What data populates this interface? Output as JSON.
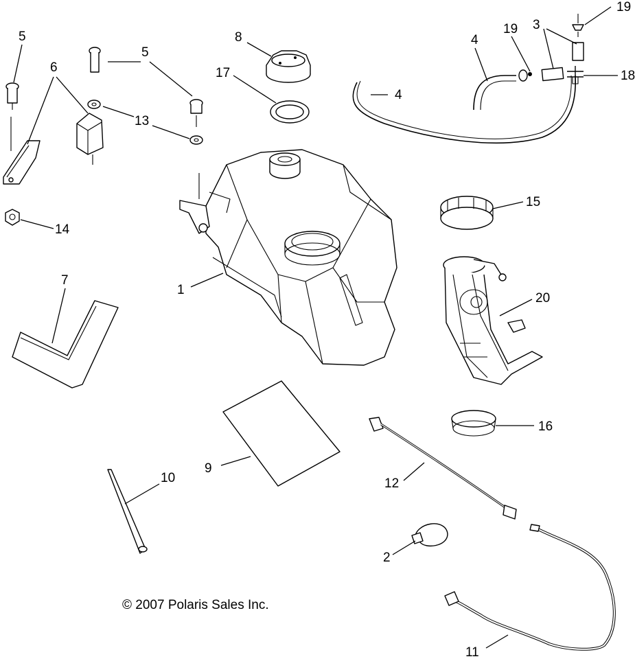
{
  "diagram": {
    "callouts": {
      "c1": "1",
      "c2": "2",
      "c3": "3",
      "c4a": "4",
      "c4b": "4",
      "c5a": "5",
      "c5b": "5",
      "c6": "6",
      "c7": "7",
      "c8": "8",
      "c9": "9",
      "c10": "10",
      "c11": "11",
      "c12": "12",
      "c13": "13",
      "c14": "14",
      "c15": "15",
      "c16": "16",
      "c17": "17",
      "c18": "18",
      "c19a": "19",
      "c19b": "19",
      "c20": "20"
    },
    "copyright": "© 2007 Polaris Sales Inc."
  }
}
